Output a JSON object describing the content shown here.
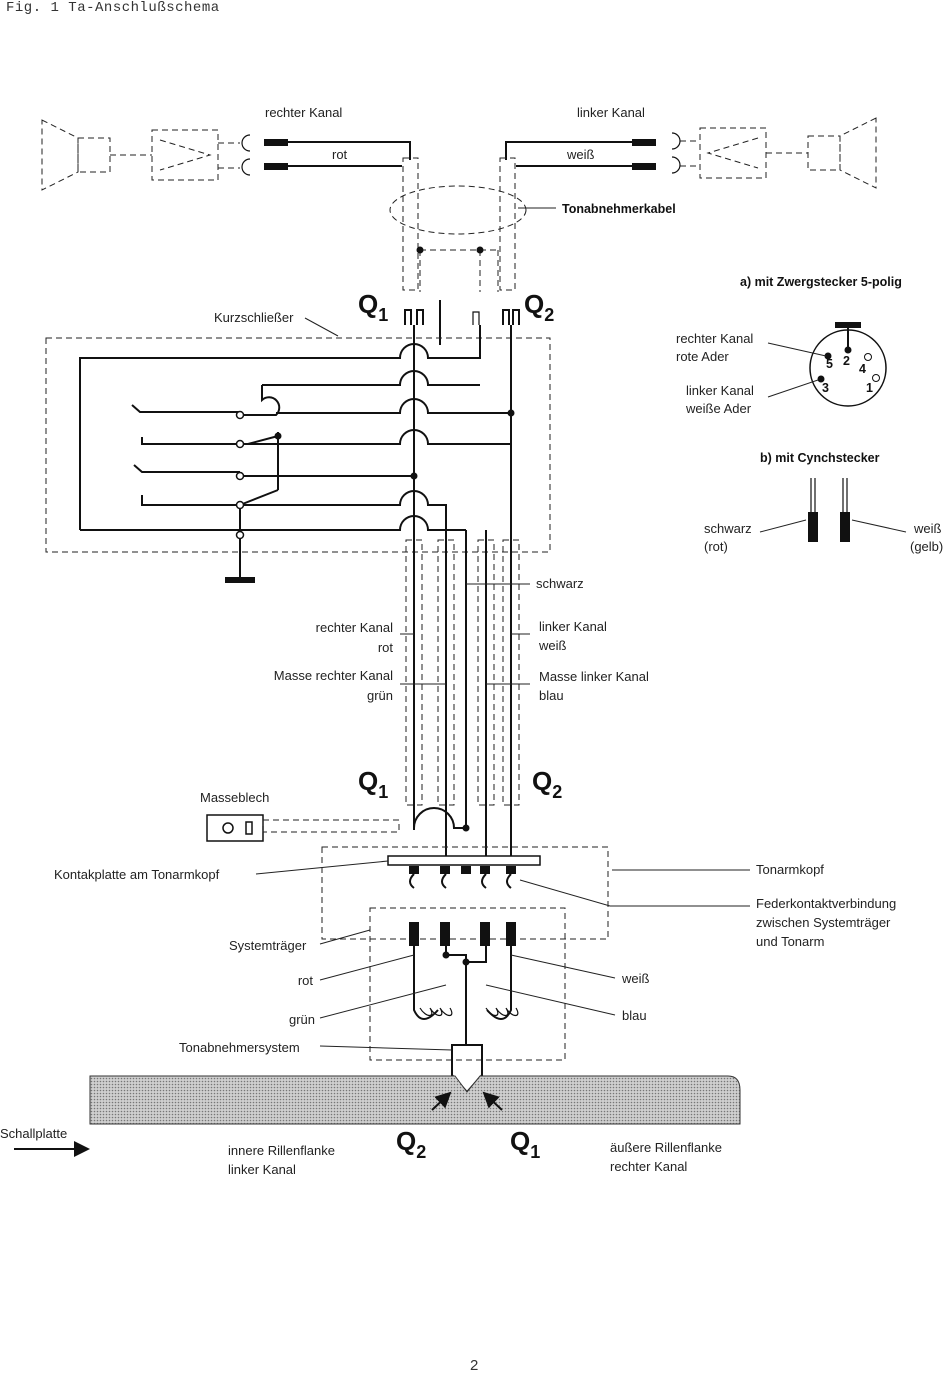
{
  "caption": "Fig. 1   Ta-Anschlußschema",
  "page_number": "2",
  "labels": {
    "rechter_kanal_top": "rechter Kanal",
    "linker_kanal_top": "linker Kanal",
    "rot_top": "rot",
    "weiss_top": "weiß",
    "tonabnehmerkabel": "Tonabnehmerkabel",
    "kurzschliesser": "Kurzschließer",
    "zwergstecker_title": "a) mit Zwergstecker 5-polig",
    "zw_rechter_kanal": "rechter Kanal",
    "zw_rote_ader": "rote Ader",
    "zw_linker_kanal": "linker Kanal",
    "zw_weisse_ader": "weiße Ader",
    "pin5": "5",
    "pin2": "2",
    "pin4": "4",
    "pin3": "3",
    "pin1": "1",
    "cynch_title": "b) mit Cynchstecker",
    "schwarz_cynch": "schwarz",
    "rot_paren": "(rot)",
    "weiss_cynch": "weiß",
    "gelb_paren": "(gelb)",
    "schwarz_mid": "schwarz",
    "rechter_kanal_mid": "rechter Kanal",
    "rot_mid": "rot",
    "masse_rechter": "Masse rechter Kanal",
    "gruen_mid": "grün",
    "linker_kanal_mid": "linker Kanal",
    "weiss_mid": "weiß",
    "masse_linker": "Masse linker Kanal",
    "blau_mid": "blau",
    "masseblech": "Masseblech",
    "kontaktplatte": "Kontakplatte am Tonarmkopf",
    "tonarmkopf": "Tonarmkopf",
    "feder1": "Federkontaktverbindung",
    "feder2": "zwischen Systemträger",
    "feder3": "und Tonarm",
    "systemtraeger": "Systemträger",
    "rot_low": "rot",
    "weiss_low": "weiß",
    "gruen_low": "grün",
    "blau_low": "blau",
    "tonabnehmersystem": "Tonabnehmersystem",
    "schallplatte": "Schallplatte",
    "innere1": "innere Rillenflanke",
    "innere2": "linker Kanal",
    "aeussere1": "äußere Rillenflanke",
    "aeussere2": "rechter Kanal",
    "q_letter": "Q",
    "sub1": "1",
    "sub2": "2"
  }
}
